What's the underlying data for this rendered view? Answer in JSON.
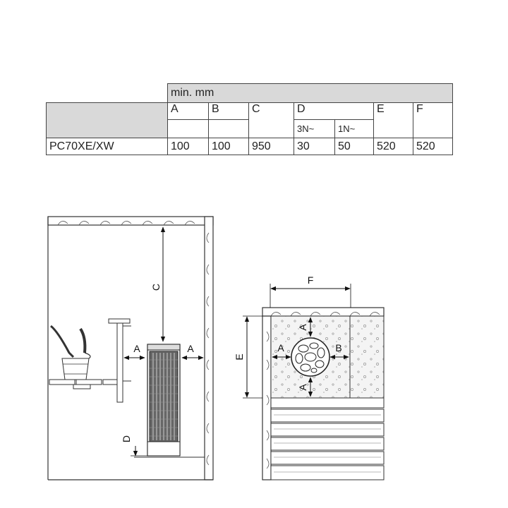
{
  "table": {
    "group_header": "min. mm",
    "columns": [
      "A",
      "B",
      "C",
      "D",
      "E",
      "F"
    ],
    "d_sub": [
      "3N~",
      "1N~"
    ],
    "rows": [
      {
        "model": "PC70XE/XW",
        "values": [
          "100",
          "100",
          "950",
          "30",
          "50",
          "520",
          "520"
        ]
      }
    ]
  },
  "labels": {
    "side_C": "C",
    "side_A_left": "A",
    "side_A_right": "A",
    "side_D": "D",
    "top_F": "F",
    "top_E": "E",
    "top_A_left": "A",
    "top_B": "B",
    "top_A_top": "A",
    "top_A_bottom": "A"
  }
}
